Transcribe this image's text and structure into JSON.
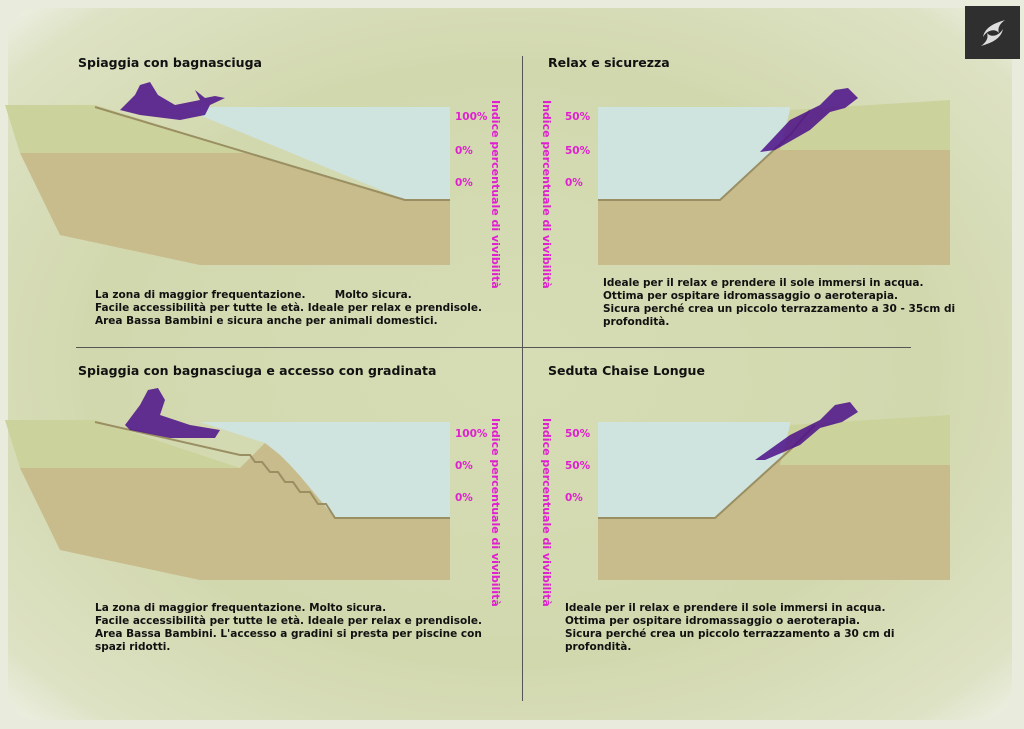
{
  "logo": {
    "icon": "stylized-s-logo-icon"
  },
  "axis_label": "Indice percentuale di vivibilità",
  "panels": [
    {
      "title": "Spiaggia con bagnasciuga",
      "percentages": [
        "100%",
        "0%",
        "0%"
      ],
      "lines": [
        "La zona di maggior frequentazione.        Molto sicura.",
        "Facile accessibilità per tutte le età. Ideale per relax e prendisole.",
        "Area Bassa Bambini e sicura anche per animali domestici."
      ]
    },
    {
      "title": "Relax e sicurezza",
      "percentages": [
        "50%",
        "50%",
        "0%"
      ],
      "lines": [
        "Ideale per il relax e prendere il sole immersi in acqua.",
        "Ottima per ospitare idromassaggio o aeroterapia.",
        "Sicura perché crea un piccolo terrazzamento a 30 - 35cm di",
        "profondità."
      ]
    },
    {
      "title": "Spiaggia con bagnasciuga e accesso con gradinata",
      "percentages": [
        "100%",
        "0%",
        "0%"
      ],
      "lines": [
        "La zona di maggior frequentazione. Molto sicura.",
        "Facile accessibilità per tutte le età. Ideale per relax e prendisole.",
        "Area Bassa Bambini. L'accesso a gradini si presta per piscine con",
        "spazi ridotti."
      ]
    },
    {
      "title": "Seduta Chaise Longue",
      "percentages": [
        "50%",
        "50%",
        "0%"
      ],
      "lines": [
        "Ideale per il relax e prendere il sole immersi in acqua.",
        "Ottima per ospitare idromassaggio o aeroterapia.",
        "Sicura perché crea un piccolo terrazzamento a 30 cm di",
        "profondità."
      ]
    }
  ],
  "colors": {
    "water": "#cfe3df",
    "soil_top": "#ccd29a",
    "soil": "#c5b98a",
    "figure": "#4b0f8a",
    "label": "#e020d0"
  }
}
